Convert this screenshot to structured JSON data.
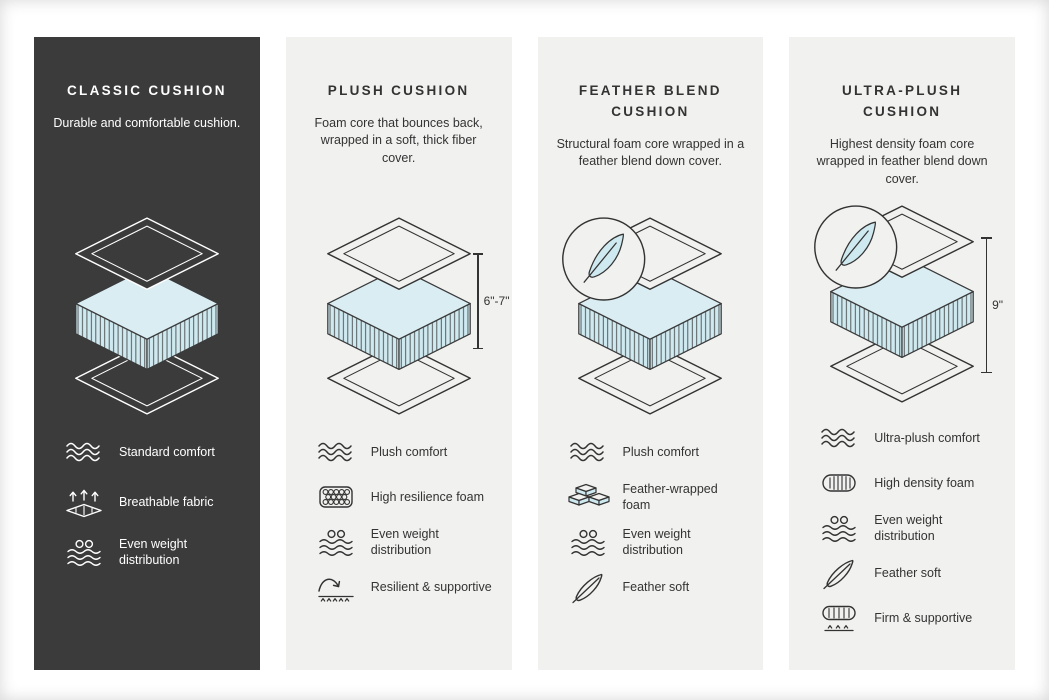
{
  "colors": {
    "page_background": "#ffffff",
    "dark_card": "#3b3b3b",
    "light_card": "#f1f1ef",
    "foam_blue": "#cfe9f0",
    "ink_dark": "#333333",
    "ink_light": "#ffffff"
  },
  "cards": [
    {
      "id": "classic-cushion",
      "theme": "dark",
      "title": "CLASSIC CUSHION",
      "description": "Durable and comfortable cushion.",
      "features": [
        {
          "icon": "waves-icon",
          "label": "Standard comfort"
        },
        {
          "icon": "breathable-fabric-icon",
          "label": "Breathable fabric"
        },
        {
          "icon": "weight-distribution-icon",
          "label": "Even weight distribution"
        }
      ]
    },
    {
      "id": "plush-cushion",
      "theme": "light",
      "title": "PLUSH CUSHION",
      "description": "Foam core that bounces back, wrapped in a soft, thick fiber cover.",
      "measurement": "6\"-7\"",
      "features": [
        {
          "icon": "waves-icon",
          "label": "Plush comfort"
        },
        {
          "icon": "resilience-foam-icon",
          "label": "High resilience foam"
        },
        {
          "icon": "weight-distribution-icon",
          "label": "Even weight distribution"
        },
        {
          "icon": "resilient-supportive-icon",
          "label": "Resilient & supportive"
        }
      ]
    },
    {
      "id": "feather-blend-cushion",
      "theme": "light",
      "title": "FEATHER BLEND CUSHION",
      "description": "Structural foam core wrapped in a feather blend down cover.",
      "has_feather_badge": true,
      "features": [
        {
          "icon": "waves-icon",
          "label": "Plush comfort"
        },
        {
          "icon": "feather-wrapped-foam-icon",
          "label": "Feather-wrapped foam"
        },
        {
          "icon": "weight-distribution-icon",
          "label": "Even weight distribution"
        },
        {
          "icon": "feather-icon",
          "label": "Feather soft"
        }
      ]
    },
    {
      "id": "ultra-plush-cushion",
      "theme": "light",
      "title": "ULTRA-PLUSH CUSHION",
      "description": "Highest density foam core wrapped in feather blend down cover.",
      "has_feather_badge": true,
      "measurement": "9\"",
      "features": [
        {
          "icon": "waves-icon",
          "label": "Ultra-plush comfort"
        },
        {
          "icon": "high-density-foam-icon",
          "label": "High density foam"
        },
        {
          "icon": "weight-distribution-icon",
          "label": "Even weight distribution"
        },
        {
          "icon": "feather-icon",
          "label": "Feather soft"
        },
        {
          "icon": "firm-supportive-icon",
          "label": "Firm & supportive"
        }
      ]
    }
  ]
}
